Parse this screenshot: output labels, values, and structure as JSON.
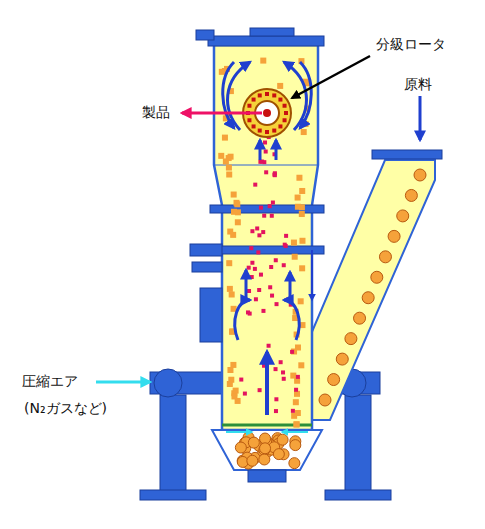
{
  "diagram": {
    "labels": [
      "分級ロータ",
      "製品",
      "原料",
      "圧縮エア",
      "(N₂ガスなど)"
    ]
  }
}
